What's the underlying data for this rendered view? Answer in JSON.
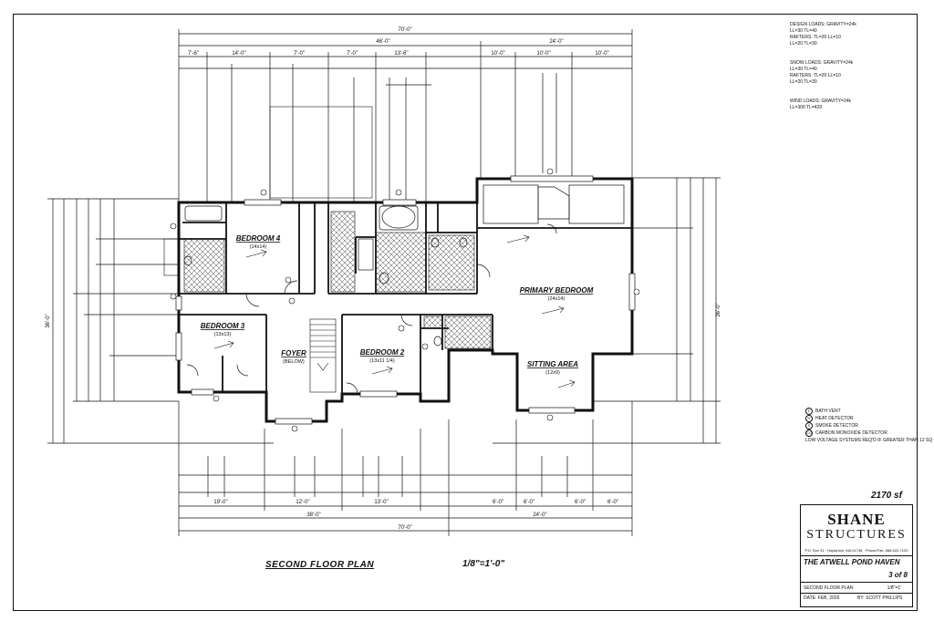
{
  "sheet_title": "SECOND FLOOR PLAN",
  "scale": "1/8\"=1'-0\"",
  "total_area": "2170 sf",
  "title_block": {
    "company_line1": "SHANE",
    "company_line2": "STRUCTURES",
    "address": "P.O. Box 91 · Hopkinton, MA 01748 · Phone/Fax: 888-522-7129",
    "project_name": "THE ATWELL POND HAVEN",
    "sheet_number": "3 of 8",
    "drawing_name": "SECOND FLOOR PLAN",
    "scale_value": "1/8\"=1'",
    "date": "DATE: FEB, 2026",
    "drawn_by": "BY: SCOTT PHILLIPS"
  },
  "rooms": {
    "bedroom4": {
      "name": "BEDROOM 4",
      "size": "(14x14)"
    },
    "bedroom3": {
      "name": "BEDROOM 3",
      "size": "(13x13)"
    },
    "bedroom2": {
      "name": "BEDROOM 2",
      "size": "(13x11 1/4)"
    },
    "primary": {
      "name": "PRIMARY BEDROOM",
      "size": "(24x14)"
    },
    "sitting": {
      "name": "SITTING AREA",
      "size": "(12x9)"
    },
    "foyer": {
      "name": "FOYER",
      "size": "(BELOW)"
    }
  },
  "dimensions": {
    "top_overall": "70'-0\"",
    "top_left": "46'-0\"",
    "top_right": "24'-0\"",
    "top_segments": [
      "7'-6\"",
      "14'-0\"",
      "7'-0\"",
      "7'-0\"",
      "13'-6\"",
      "10'-0\"",
      "10'-0\"",
      "10'-0\""
    ],
    "bottom_overall": "70'-0\"",
    "bottom_left": "38'-0\"",
    "bottom_right": "24'-0\"",
    "bottom_segments": [
      "19'-0\"",
      "12'-0\"",
      "13'-0\"",
      "6'-0\"",
      "6'-0\"",
      "6'-0\"",
      "6'-0\""
    ],
    "left_overall": "36'-0\"",
    "right_overall": "36'-0\""
  },
  "legend": [
    {
      "symbol": "F",
      "text": "BATH VENT"
    },
    {
      "symbol": "H",
      "text": "HEAT DETECTOR"
    },
    {
      "symbol": "S",
      "text": "SMOKE DETECTOR"
    },
    {
      "symbol": "CO",
      "text": "CARBON MONOXIDE DETECTOR"
    },
    {
      "symbol": "",
      "text": "LOW VOLTAGE SYSTEMS REQ'D IF GREATER THAN 12 SQ"
    }
  ],
  "notes": {
    "group1": [
      "DESIGN LOADS: GRAVITY=24k",
      "LL=30 TL=40",
      "RAFTERS: TL=20 LL=10",
      "LL=20 TL=30"
    ],
    "group2": [
      "SNOW LOADS: GRAVITY=24k",
      "LL=30 TL=40",
      "RAFTERS: TL=20 LL=10",
      "LL=20 TL=30"
    ],
    "group3": [
      "WIND LOADS: GRAVITY=24k",
      "LL=300 TL=420"
    ]
  }
}
